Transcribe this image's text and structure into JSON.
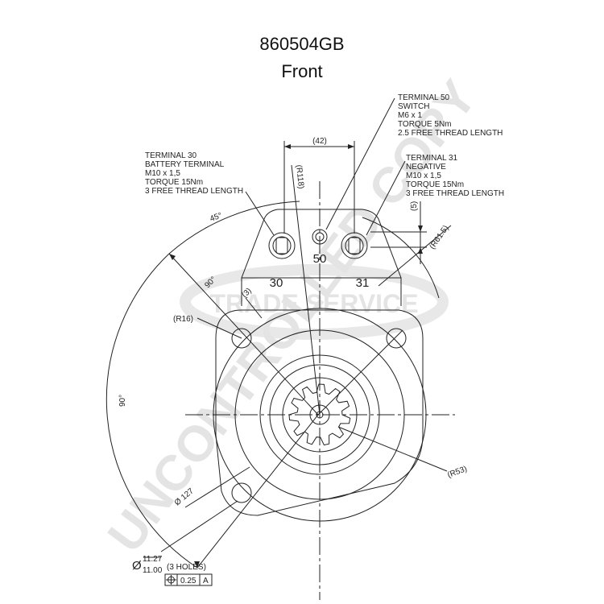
{
  "header": {
    "part_number": "860504GB",
    "view": "Front"
  },
  "watermark": {
    "text": "UNCONTROLLED COPY",
    "logo_text": "TRADE SERVICE"
  },
  "terminals": {
    "t50": [
      "TERMINAL 50",
      "SWITCH",
      "M6 x 1",
      "TORQUE 5Nm",
      "2.5 FREE THREAD LENGTH"
    ],
    "t30": [
      "TERMINAL 30",
      "BATTERY TERMINAL",
      "M10 x 1,5",
      "TORQUE 15Nm",
      "3 FREE THREAD LENGTH"
    ],
    "t31": [
      "TERMINAL 31",
      "NEGATIVE",
      "M10 x 1,5",
      "TORQUE 15Nm",
      "3 FREE THREAD LENGTH"
    ],
    "label_50": "50",
    "label_30": "30",
    "label_31": "31"
  },
  "dimensions": {
    "d42": "(42)",
    "r118": "(R118)",
    "d5": "(5)",
    "r615": "(R61.5)",
    "a45": "45°",
    "a90a": "90°",
    "d3": "(3)",
    "r16": "(R16)",
    "a90b": "90°",
    "r53": "(R53)",
    "dia127": "Ø 127",
    "hole_upper": "11.27",
    "hole_lower": "11.00",
    "holes": "(3 HOLES)",
    "tol_value": "0.25",
    "datum": "A",
    "dia_symbol": "Ø"
  },
  "colors": {
    "line": "#222222",
    "watermark": "#e4e4e4"
  }
}
